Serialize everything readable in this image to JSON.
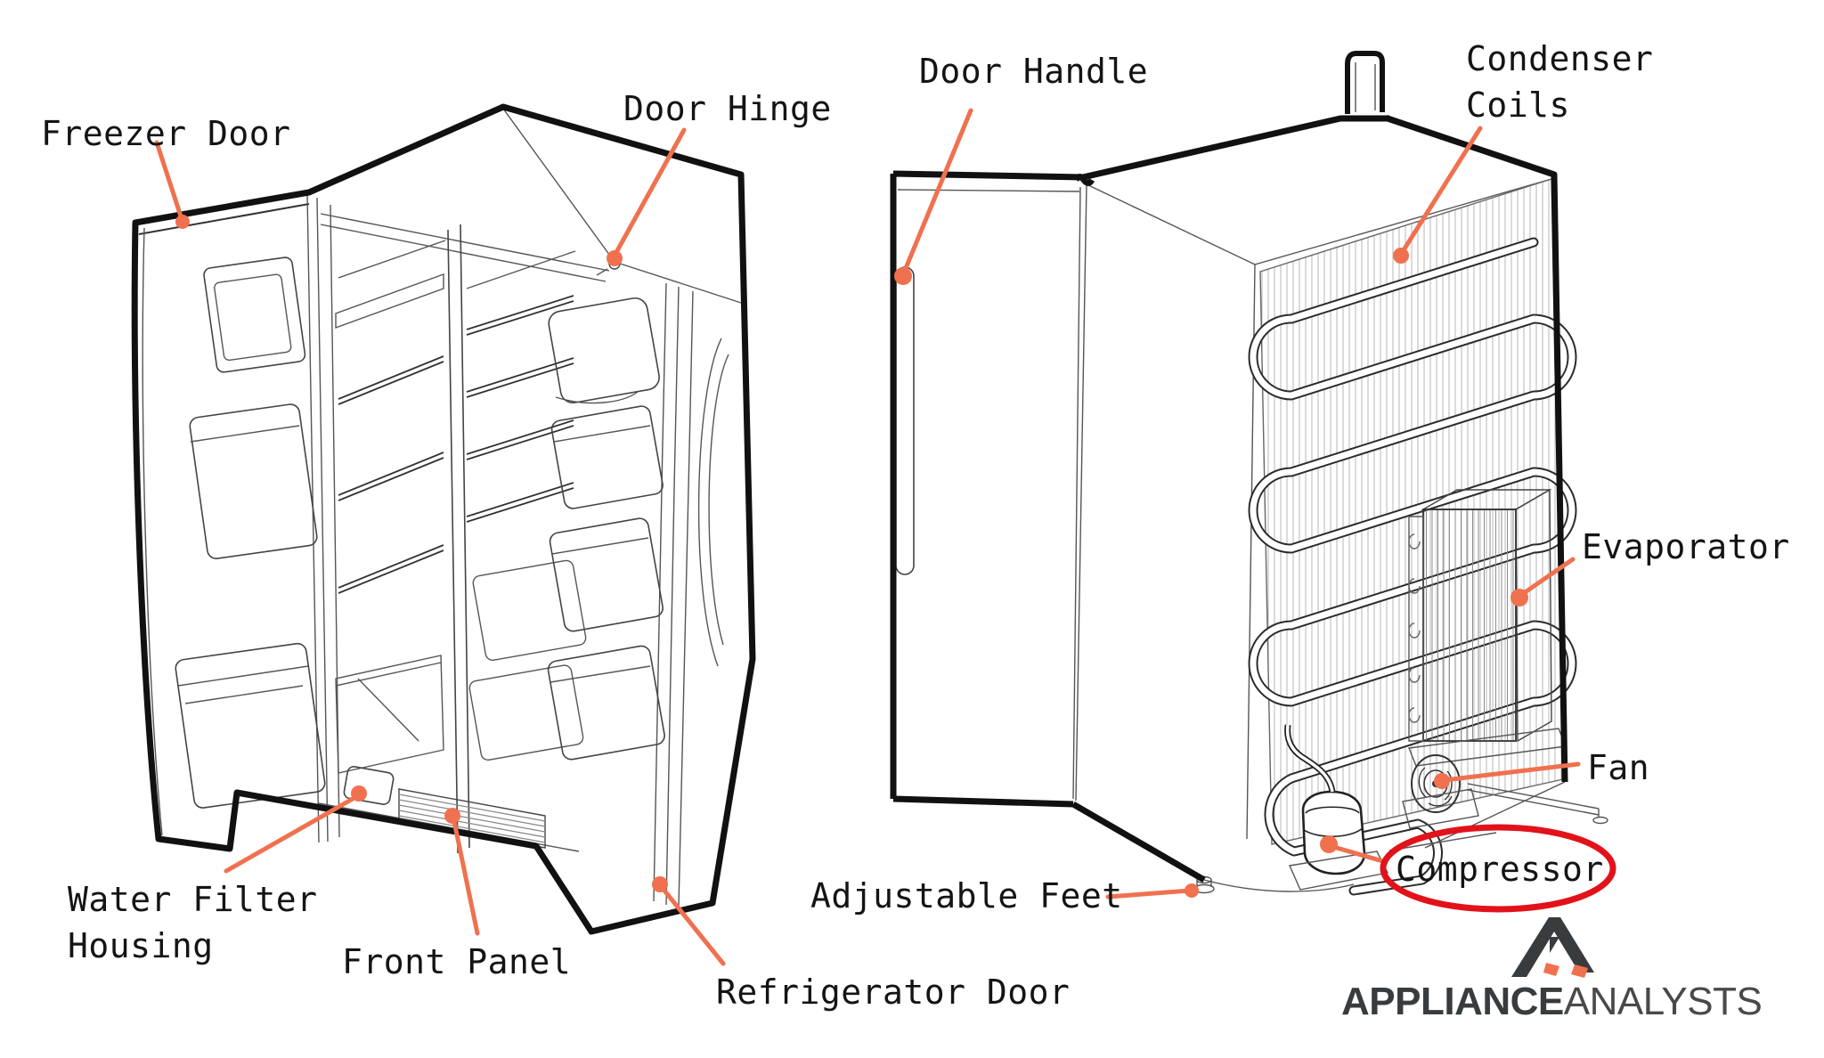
{
  "diagram": {
    "labels": {
      "freezer_door": "Freezer Door",
      "door_hinge": "Door Hinge",
      "door_handle": "Door Handle",
      "condenser_line1": "Condenser",
      "condenser_line2": "Coils",
      "evaporator": "Evaporator",
      "fan": "Fan",
      "compressor": "Compressor",
      "adjustable_feet": "Adjustable Feet",
      "water_filter_line1": "Water Filter",
      "water_filter_line2": "Housing",
      "front_panel": "Front Panel",
      "refrigerator_door": "Refrigerator Door"
    },
    "colors": {
      "leader_line": "#f0714f",
      "highlight_ellipse": "#e2121a",
      "line_art": "#111111",
      "background": "#ffffff"
    }
  },
  "logo": {
    "brand_bold": "APPLIANCE",
    "brand_light": "ANALYSTS",
    "accent_color": "#f0714f",
    "text_color": "#393c3e"
  }
}
